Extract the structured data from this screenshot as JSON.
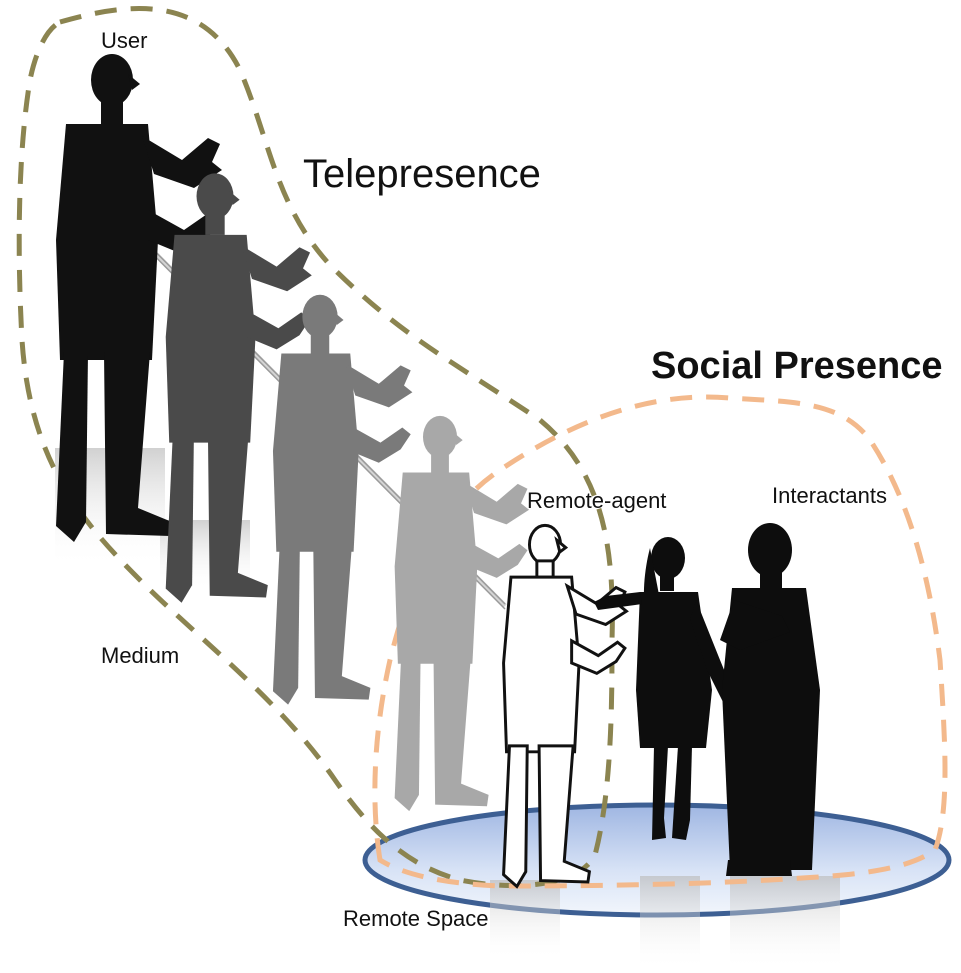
{
  "labels": {
    "user": "User",
    "telepresence": "Telepresence",
    "social_presence": "Social Presence",
    "remote_agent": "Remote-agent",
    "interactants": "Interactants",
    "medium": "Medium",
    "remote_space": "Remote Space"
  },
  "colors": {
    "telepresence_outline": "#8b8450",
    "social_outline": "#f3b98c",
    "remote_space_fill": "#c7d6ef",
    "remote_space_stroke": "#3d5f93",
    "figure_user": "#111111",
    "figure_medium_1": "#4a4a4a",
    "figure_medium_2": "#7a7a7a",
    "figure_medium_3": "#a8a8a8",
    "figure_remote_agent": "#ffffff",
    "figure_interactants": "#0d0d0d"
  }
}
